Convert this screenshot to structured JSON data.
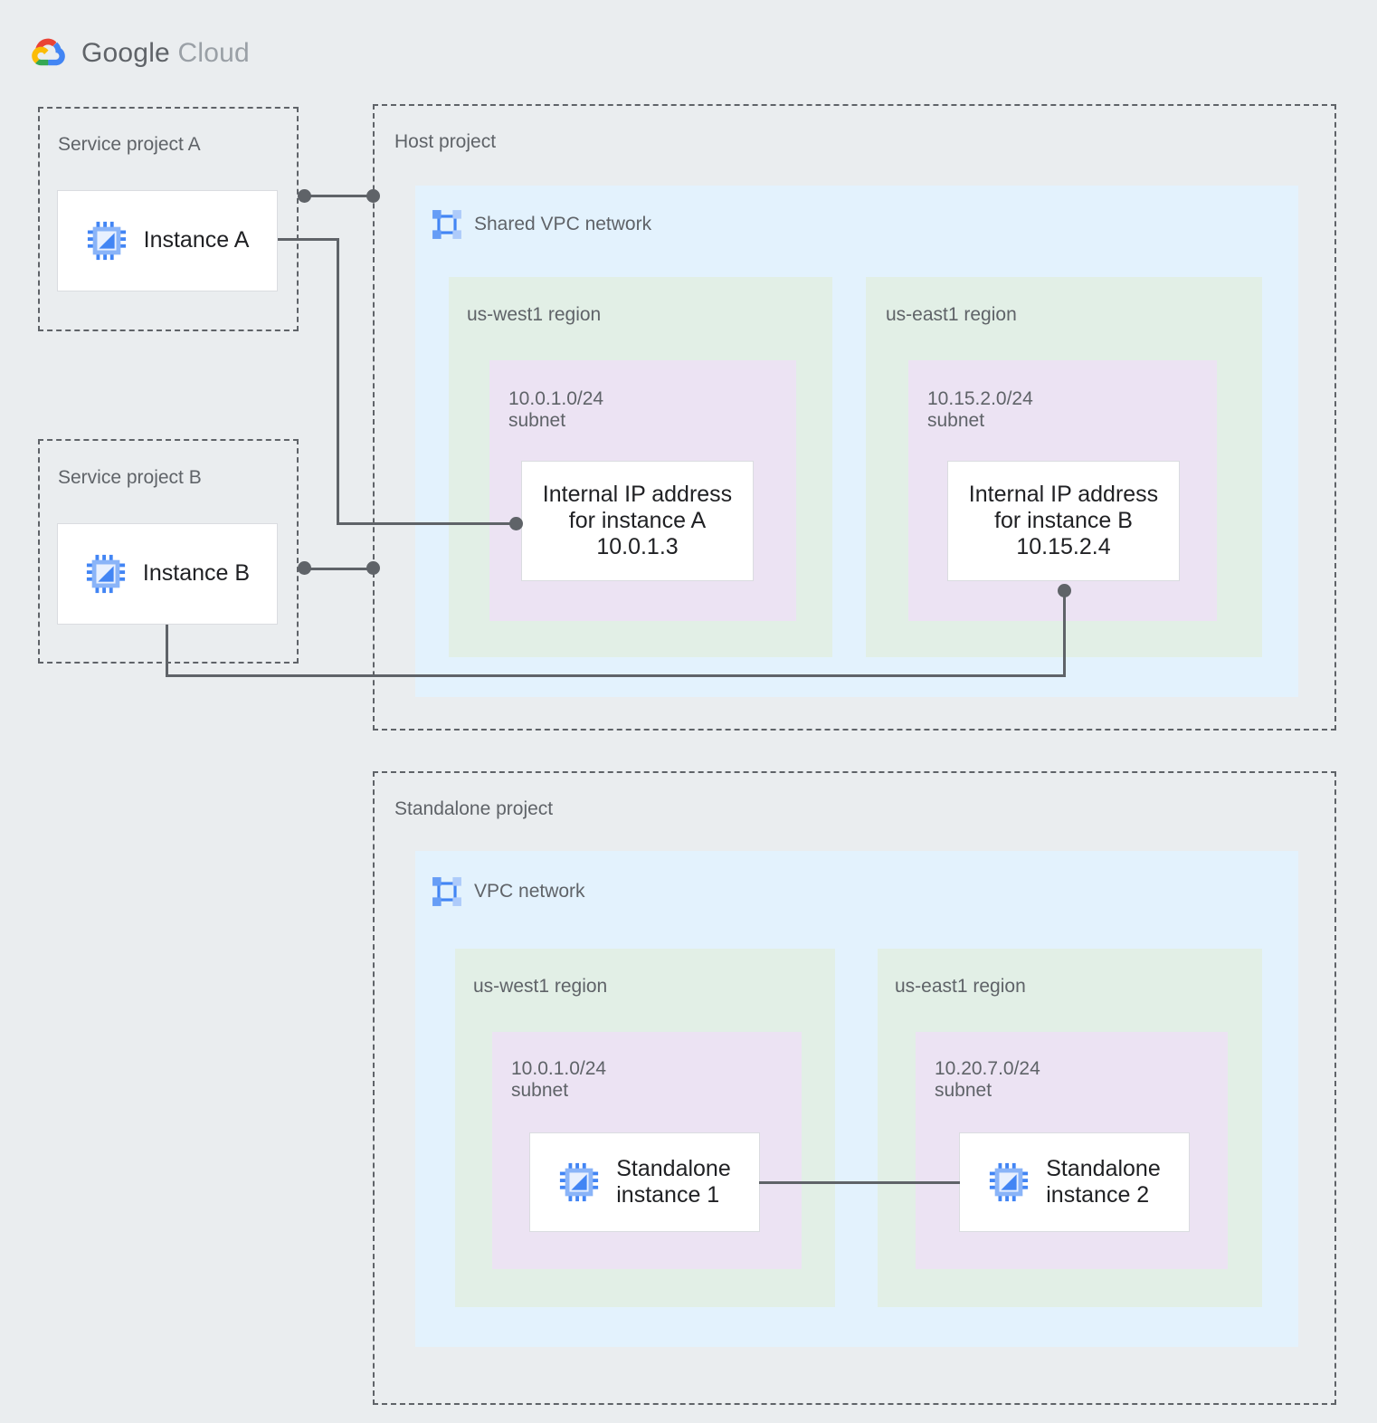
{
  "brand": {
    "logo_icon": "google-cloud-logo-icon",
    "name_bold": "Google",
    "name_light": "Cloud"
  },
  "projects": {
    "service_a": {
      "label": "Service project A",
      "instance": {
        "icon": "compute-instance-icon",
        "label": "Instance A"
      }
    },
    "service_b": {
      "label": "Service project B",
      "instance": {
        "icon": "compute-instance-icon",
        "label": "Instance B"
      }
    },
    "host": {
      "label": "Host project",
      "network": {
        "icon": "vpc-network-icon",
        "label": "Shared VPC network",
        "regions": [
          {
            "label": "us-west1 region",
            "subnet": {
              "label": "10.0.1.0/24\nsubnet",
              "node": {
                "label": "Internal IP address\nfor instance A\n10.0.1.3"
              }
            }
          },
          {
            "label": "us-east1 region",
            "subnet": {
              "label": "10.15.2.0/24\nsubnet",
              "node": {
                "label": "Internal IP address\nfor instance B\n10.15.2.4"
              }
            }
          }
        ]
      }
    },
    "standalone": {
      "label": "Standalone project",
      "network": {
        "icon": "vpc-network-icon",
        "label": "VPC network",
        "regions": [
          {
            "label": "us-west1 region",
            "subnet": {
              "label": "10.0.1.0/24\nsubnet",
              "node": {
                "icon": "compute-instance-icon",
                "label": "Standalone\ninstance 1"
              }
            }
          },
          {
            "label": "us-east1 region",
            "subnet": {
              "label": "10.20.7.0/24\nsubnet",
              "node": {
                "icon": "compute-instance-icon",
                "label": "Standalone\ninstance 2"
              }
            }
          }
        ]
      }
    }
  },
  "colors": {
    "background": "#eaedef",
    "vpc_panel": "#e3f2fd",
    "region_panel": "#e2efe6",
    "subnet_panel": "#ece3f3",
    "node_fill": "#ffffff",
    "connector": "#5f6368",
    "label_text": "#5f6368",
    "node_text": "#202124",
    "icon_blue": "#4285f4",
    "icon_blue_light": "#8ab4f8"
  }
}
